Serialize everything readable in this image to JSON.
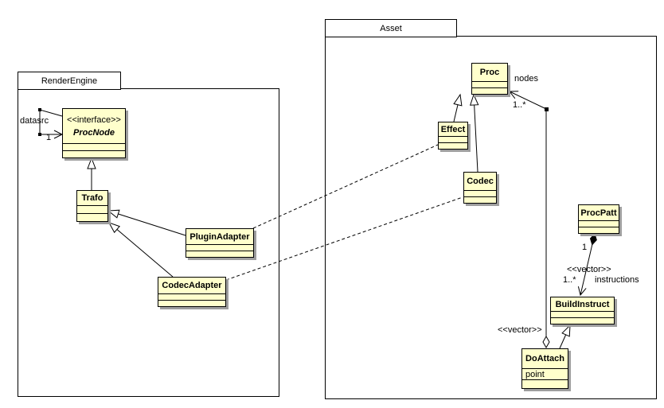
{
  "diagram": {
    "type": "uml-class-diagram",
    "colors": {
      "background": "#ffffff",
      "class_fill": "#ffffcc",
      "border": "#000000",
      "shadow": "#9e9e9e"
    }
  },
  "packages": {
    "render_engine": {
      "name": "RenderEngine"
    },
    "asset": {
      "name": "Asset"
    }
  },
  "classes": {
    "procnode": {
      "stereotype": "<<interface>>",
      "name": "ProcNode"
    },
    "trafo": {
      "name": "Trafo"
    },
    "plugin_adapter": {
      "name": "PluginAdapter"
    },
    "codec_adapter": {
      "name": "CodecAdapter"
    },
    "proc": {
      "name": "Proc"
    },
    "effect": {
      "name": "Effect"
    },
    "codec": {
      "name": "Codec"
    },
    "procpatt": {
      "name": "ProcPatt"
    },
    "build_instruct": {
      "name": "BuildInstruct"
    },
    "do_attach": {
      "name": "DoAttach",
      "attribute": "point"
    }
  },
  "edge_labels": {
    "datasrc": "datasrc",
    "datasrc_mult": "1",
    "nodes": "nodes",
    "nodes_mult": "1..*",
    "nodes_stereotype": "<<vector>>",
    "instructions_stereotype": "<<vector>>",
    "instructions_mult": "1..*",
    "instructions": "instructions",
    "procpatt_mult": "1"
  }
}
